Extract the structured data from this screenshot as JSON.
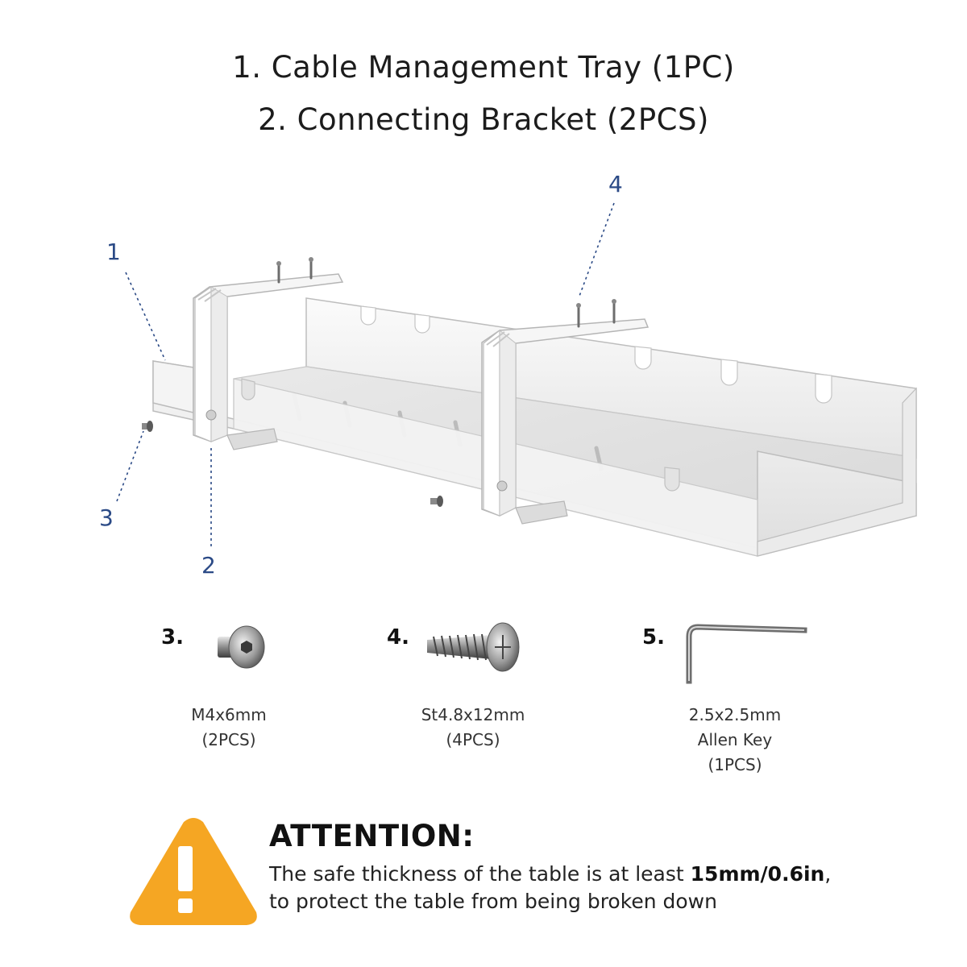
{
  "header": {
    "line1": "1. Cable Management Tray (1PC)",
    "line2": "2. Connecting Bracket (2PCS)"
  },
  "callouts": [
    "1",
    "2",
    "3",
    "4"
  ],
  "parts": [
    {
      "number": "3.",
      "caption_lines": [
        "M4x6mm",
        "(2PCS)"
      ],
      "icon": "hex-socket-screw-icon"
    },
    {
      "number": "4.",
      "caption_lines": [
        "St4.8x12mm",
        "(4PCS)"
      ],
      "icon": "wood-screw-icon"
    },
    {
      "number": "5.",
      "caption_lines": [
        "2.5x2.5mm",
        "Allen Key",
        "(1PCS)"
      ],
      "icon": "allen-key-icon"
    }
  ],
  "attention": {
    "title": "ATTENTION:",
    "text_before": "The safe thickness of the table is at least ",
    "text_bold": "15mm/0.6in",
    "text_after": ",",
    "line2": "to protect the table from being broken down",
    "icon": "warning-icon"
  },
  "colors": {
    "callout": "#2b4a86",
    "warning": "#f5a623"
  }
}
